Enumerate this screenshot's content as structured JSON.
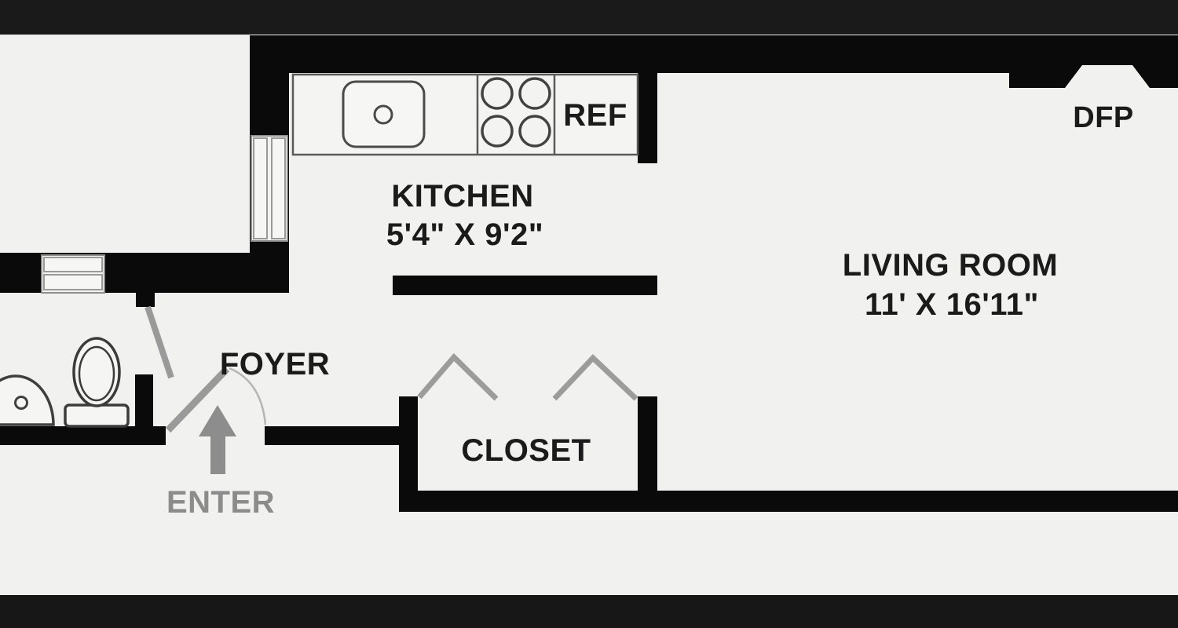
{
  "plan": {
    "rooms": {
      "kitchen": {
        "name": "KITCHEN",
        "dimensions": "5'4\" X 9'2\""
      },
      "living_room": {
        "name": "LIVING ROOM",
        "dimensions": "11' X 16'11\""
      },
      "foyer": {
        "name": "FOYER"
      },
      "closet": {
        "name": "CLOSET"
      }
    },
    "fixtures": {
      "refrigerator": "REF",
      "decorative_fireplace": "DFP"
    },
    "entry": {
      "label": "ENTER"
    },
    "icons": [
      "kitchen-sink-icon",
      "stove-burners-icon",
      "toilet-icon",
      "pedestal-sink-icon",
      "window-icon",
      "door-leaf-icon",
      "door-swing-arc-icon",
      "bifold-closet-door-icon",
      "enter-arrow-icon"
    ],
    "colors": {
      "wall": "#0a0a0a",
      "floor": "#f1f1f0",
      "top_band": "#1a1a1a",
      "bottom_band": "#171717",
      "door_gray": "#9a9a9a",
      "text_black": "#1b1b1b",
      "text_gray": "#8c8c8c"
    }
  }
}
